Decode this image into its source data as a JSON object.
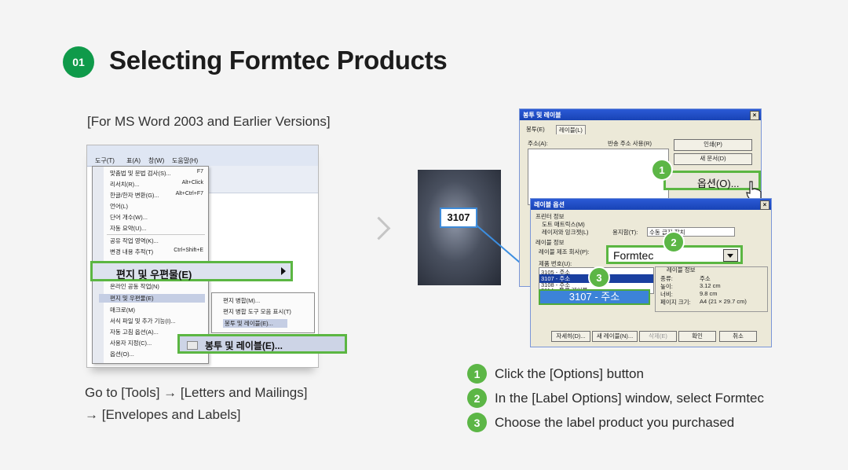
{
  "header": {
    "step_number": "01",
    "title": "Selecting Formtec Products"
  },
  "left": {
    "subtitle": "[For MS Word 2003 and Earlier Versions]",
    "menubar": [
      "도구(T)",
      "표(A)",
      "창(W)",
      "도움말(H)"
    ],
    "tools_menu": [
      {
        "label": "맞춤법 및 문법 검사(S)...",
        "shortcut": "F7"
      },
      {
        "label": "리서치(R)...",
        "shortcut": "Alt+Click"
      },
      {
        "label": "한글/한자 변환(G)...",
        "shortcut": "Alt+Ctrl+F7"
      },
      {
        "label": "언어(L)",
        "shortcut": ""
      },
      {
        "label": "단어 개수(W)...",
        "shortcut": ""
      },
      {
        "label": "자동 요약(U)...",
        "shortcut": ""
      },
      {
        "label": "공유 작업 영역(K)...",
        "shortcut": ""
      },
      {
        "label": "변경 내용 추적(T)",
        "shortcut": "Ctrl+Shift+E"
      },
      {
        "label": "온라인 공동 작업(N)",
        "shortcut": ""
      },
      {
        "label": "편지 및 우편물(E)",
        "shortcut": ""
      },
      {
        "label": "매크로(M)",
        "shortcut": ""
      },
      {
        "label": "서식 파일 및 추가 기능(I)...",
        "shortcut": ""
      },
      {
        "label": "자동 고침 옵션(A)...",
        "shortcut": ""
      },
      {
        "label": "사용자 지정(C)...",
        "shortcut": ""
      },
      {
        "label": "옵션(O)...",
        "shortcut": ""
      }
    ],
    "highlight_letters": "편지 및 우편물(E)",
    "submenu": [
      "편지 병합(M)...",
      "편지 병합 도구 모음 표시(T)",
      "봉투 및 레이블(E)..."
    ],
    "highlight_envelopes": "봉투 및 레이블(E)...",
    "description_line1": "Go to [Tools] → [Letters and Mailings]",
    "description_line2": "→ [Envelopes and Labels]"
  },
  "label_sheet": {
    "label_code": "3107"
  },
  "dialog_envelopes": {
    "title": "봉투 및 레이블",
    "tabs": [
      "봉투(E)",
      "레이블(L)"
    ],
    "address_label": "주소(A):",
    "return_address_checkbox": "반송 주소 사용(R)",
    "buttons": [
      "인쇄(P)",
      "새 문서(D)"
    ],
    "options_button": "옵션(O)..."
  },
  "dialog_label_options": {
    "title": "레이블 옵션",
    "printer_info": "프린터 정보",
    "dot_matrix": "도트 매트릭스(M)",
    "laser_inkjet": "레이저와 잉크젯(L)",
    "tray_label": "용지함(T):",
    "tray_value": "수동 급지 장치",
    "label_info": "레이블 정보",
    "label_vendor_label": "레이블 제조 회사(P):",
    "label_vendor_value": "Formtec",
    "product_number_label": "제품 번호(U):",
    "product_list": [
      "3105 - 주소",
      "3107 - 주소",
      "3108 - 주소",
      "3114 - 물류 레이블"
    ],
    "selected_product": "3107 - 주소",
    "info_title": "레이블 정보",
    "info_rows": [
      {
        "k": "종류:",
        "v": "주소"
      },
      {
        "k": "높이:",
        "v": "3.12 cm"
      },
      {
        "k": "너비:",
        "v": "9.8 cm"
      },
      {
        "k": "페이지 크기:",
        "v": "A4 (21 × 29.7 cm)"
      }
    ],
    "bottom_buttons": [
      "자세히(D)...",
      "새 레이블(N)...",
      "삭제(E)",
      "확인",
      "취소"
    ]
  },
  "steps": [
    {
      "n": "1",
      "text": "Click the [Options] button"
    },
    {
      "n": "2",
      "text": "In the [Label Options] window, select Formtec"
    },
    {
      "n": "3",
      "text": "Choose the label product you purchased"
    }
  ],
  "colors": {
    "accent_green": "#0f9a4a",
    "callout_green": "#5cb646",
    "highlight_blue": "#3c83d8"
  }
}
